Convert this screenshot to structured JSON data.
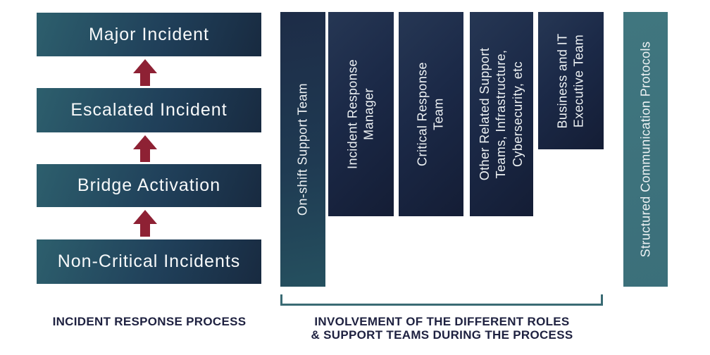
{
  "process": {
    "caption": "INCIDENT RESPONSE PROCESS",
    "steps": [
      {
        "label": "Major Incident"
      },
      {
        "label": "Escalated Incident"
      },
      {
        "label": "Bridge Activation"
      },
      {
        "label": "Non-Critical Incidents"
      }
    ]
  },
  "roles": {
    "caption_line1": "INVOLVEMENT OF THE DIFFERENT ROLES",
    "caption_line2": "& SUPPORT TEAMS DURING THE PROCESS",
    "bars": [
      {
        "label": "On-shift Support Team"
      },
      {
        "label": "Incident Response\nManager"
      },
      {
        "label": "Critical Response\nTeam"
      },
      {
        "label": "Other Related Support\nTeams, Infrastructure,\nCybersecurity, etc"
      },
      {
        "label": "Business and IT\nExecutive Team"
      }
    ]
  },
  "protocols": {
    "label": "Structured Communication Protocols"
  },
  "colors": {
    "process_box_gradient_start": "#2d5f6d",
    "process_box_gradient_end": "#182a40",
    "role_bar_navy": "#1b2947",
    "onshift_bar_gradient_end": "#25505f",
    "protocol_bar_teal": "#3c727d",
    "arrow_maroon": "#8e2134",
    "bracket_teal": "#3a6b74",
    "caption_navy": "#1e2140"
  }
}
